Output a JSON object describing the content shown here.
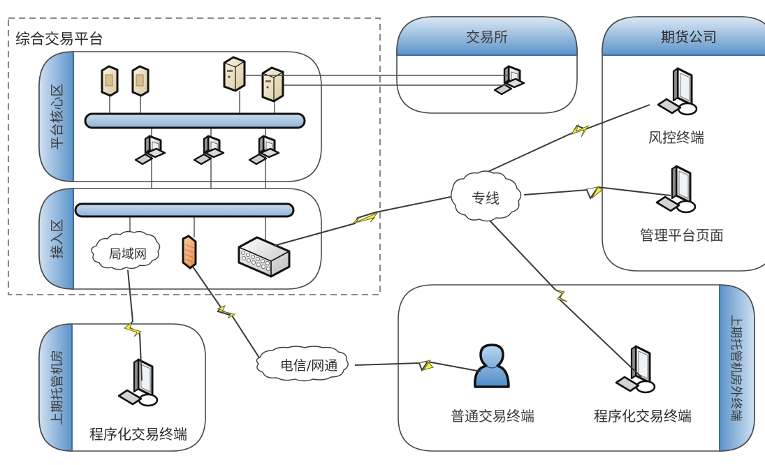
{
  "diagram": {
    "title": "综合交易平台",
    "zones": {
      "platform_core": {
        "label": "平台核心区"
      },
      "access": {
        "label": "接入区"
      },
      "exchange": {
        "label": "交易所"
      },
      "futures_company": {
        "label": "期货公司"
      },
      "hosted_room": {
        "label": "上期托管机房"
      },
      "outside_terminals": {
        "label": "上期托管机房外终端"
      }
    },
    "nodes": {
      "lan": {
        "label": "局域网"
      },
      "dedicated_line": {
        "label": "专线"
      },
      "telecom": {
        "label": "电信/网通"
      },
      "risk_terminal": {
        "label": "风控终端"
      },
      "mgmt_page": {
        "label": "管理平台页面"
      },
      "hosted_algo_terminal": {
        "label": "程序化交易终端"
      },
      "normal_terminal": {
        "label": "普通交易终端"
      },
      "outside_algo_terminal": {
        "label": "程序化交易终端"
      }
    },
    "colors": {
      "zone_header_top": "#d4e4f3",
      "zone_header_bottom": "#5b93c9",
      "bus_fill": "#a9c6e2",
      "lightning": "#f2f032",
      "server_beige": "#efe4c6",
      "firewall": "#f0a46a",
      "user": "#7fb0de"
    }
  }
}
